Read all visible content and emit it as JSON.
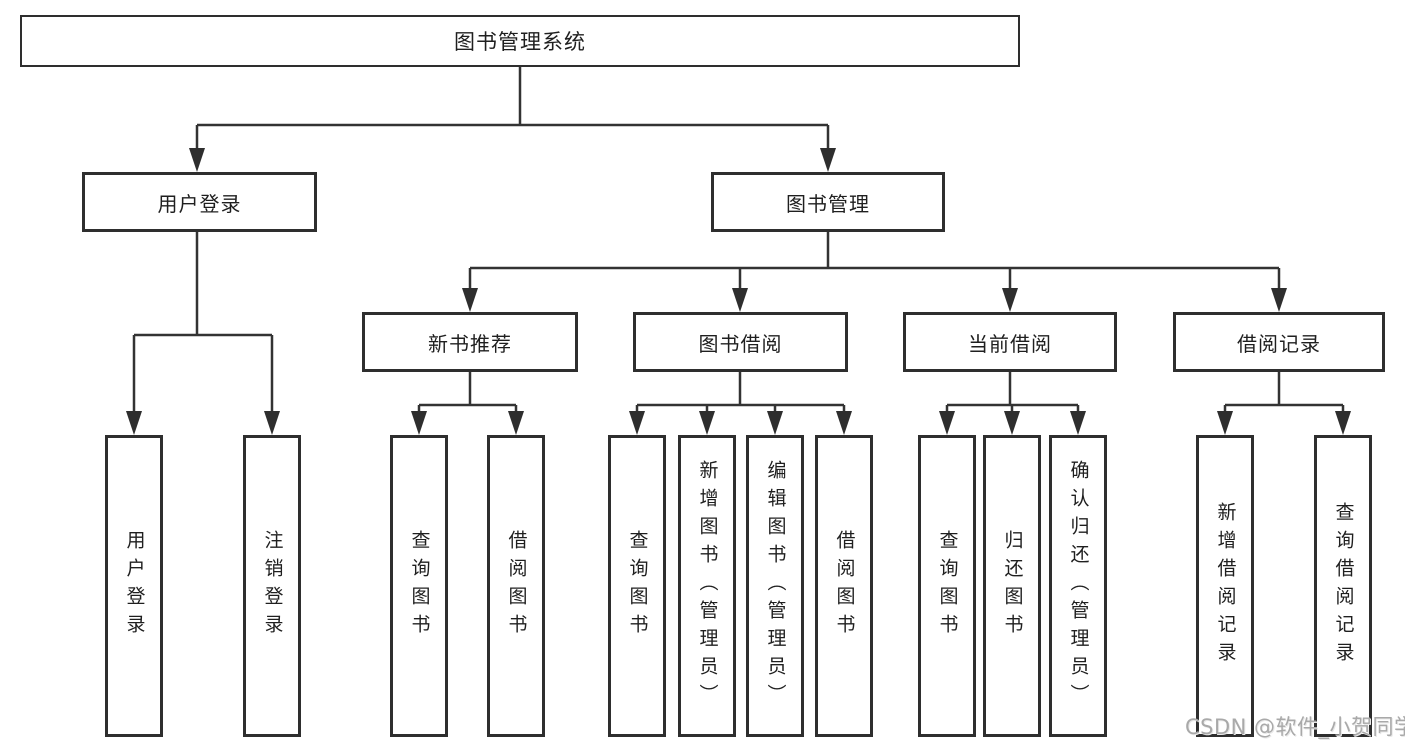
{
  "diagram_title": "图书管理系统",
  "tree": {
    "root": "图书管理系统",
    "children": [
      {
        "label": "用户登录",
        "children": [
          {
            "label": "用户登录"
          },
          {
            "label": "注销登录"
          }
        ]
      },
      {
        "label": "图书管理",
        "children": [
          {
            "label": "新书推荐",
            "children": [
              {
                "label": "查询图书"
              },
              {
                "label": "借阅图书"
              }
            ]
          },
          {
            "label": "图书借阅",
            "children": [
              {
                "label": "查询图书"
              },
              {
                "label": "新增图书（管理员）"
              },
              {
                "label": "编辑图书（管理员）"
              },
              {
                "label": "借阅图书"
              }
            ]
          },
          {
            "label": "当前借阅",
            "children": [
              {
                "label": "查询图书"
              },
              {
                "label": "归还图书"
              },
              {
                "label": "确认归还（管理员）"
              }
            ]
          },
          {
            "label": "借阅记录",
            "children": [
              {
                "label": "新增借阅记录"
              },
              {
                "label": "查询借阅记录"
              }
            ]
          }
        ]
      }
    ]
  },
  "watermark": {
    "text": "CSDN @软件_小贺同学"
  },
  "colors": {
    "line": "#333333",
    "box_border": "#2e2e2e",
    "box_background": "#ffffff",
    "text": "#1f1f1f",
    "watermark": "#a9a9a9",
    "page_background": "#ffffff"
  }
}
